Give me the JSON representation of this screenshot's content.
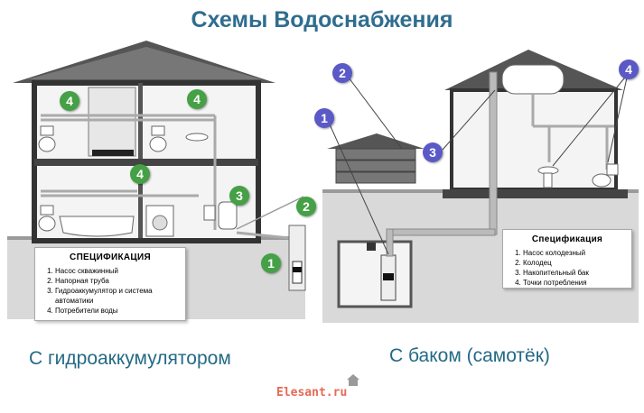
{
  "title": "Схемы Водоснабжения",
  "captions": {
    "left": "С гидроаккумулятором",
    "right": "С баком (самотёк)"
  },
  "left_spec": {
    "heading": "СПЕЦИФИКАЦИЯ",
    "items": [
      "Насос скважинный",
      "Напорная труба",
      "Гидроаккумулятор и система автоматики",
      "Потребители воды"
    ]
  },
  "right_spec": {
    "heading": "Спецификация",
    "items": [
      "Насос колодезный",
      "Колодец",
      "Накопительный бак",
      "Точки потребления"
    ]
  },
  "left_badges": [
    "4",
    "4",
    "4",
    "3",
    "2",
    "1"
  ],
  "right_badges": [
    "2",
    "1",
    "3",
    "4"
  ],
  "watermark": "Elesant.ru",
  "colors": {
    "green_badge": "#46a046",
    "blue_badge": "#5a59c7",
    "title": "#2f6d8f"
  }
}
